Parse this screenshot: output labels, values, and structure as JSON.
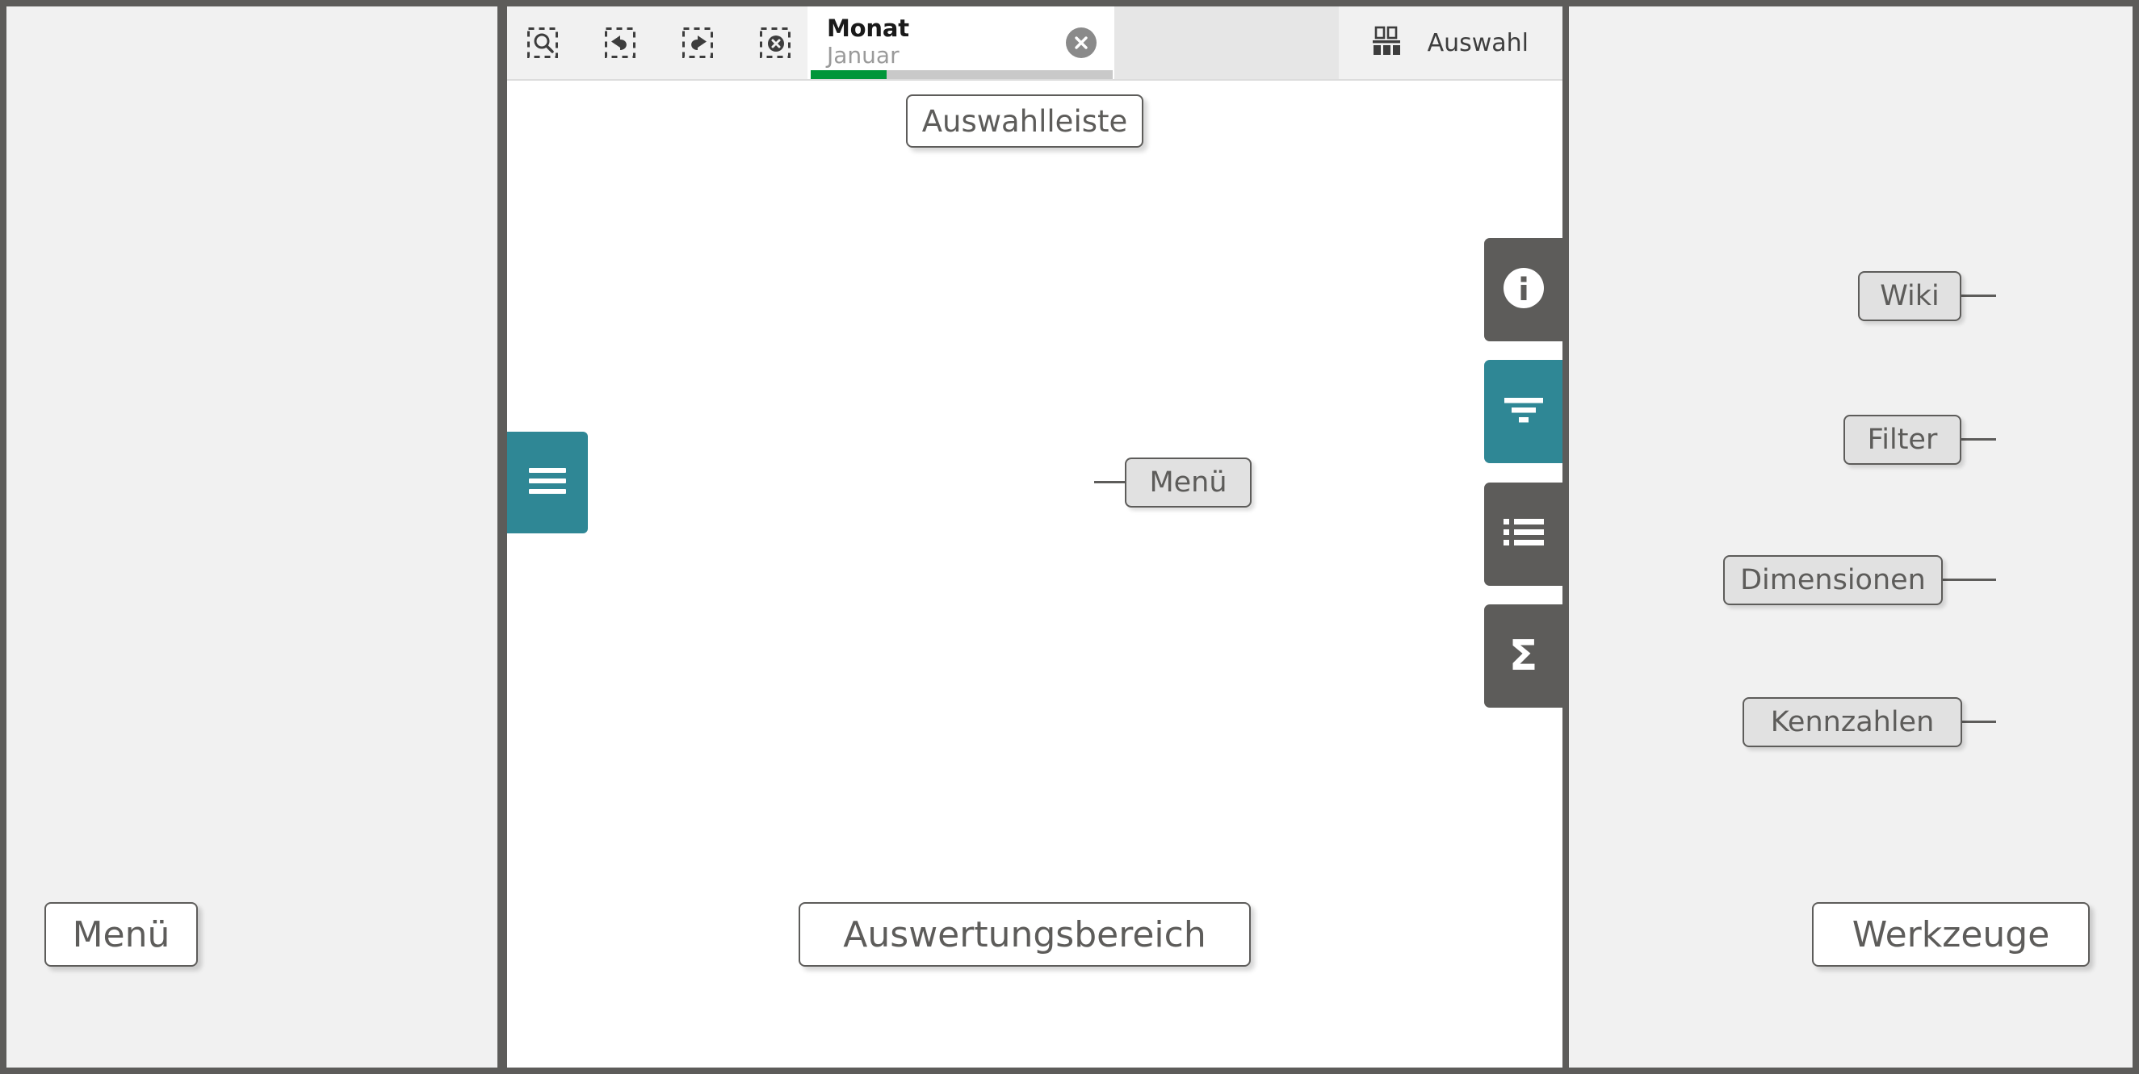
{
  "app": {
    "accent_teal": "#2f8795",
    "dark_gray": "#5d5c5a",
    "panel_gray": "#f1f1f1",
    "green": "#009639"
  },
  "toolbar": {
    "icons": [
      {
        "name": "search-selections-icon",
        "label": "Auswahl suchen"
      },
      {
        "name": "undo-selection-icon",
        "label": "Rückgängig"
      },
      {
        "name": "redo-selection-icon",
        "label": "Wiederholen"
      },
      {
        "name": "clear-selections-icon",
        "label": "Auswahl löschen"
      }
    ],
    "selection_card": {
      "field": "Monat",
      "value": "Januar",
      "clear_icon": "close-circle-icon",
      "bar_fill_percent": 25
    },
    "auswahl": {
      "label": "Auswahl",
      "icon": "selections-bar-icon"
    }
  },
  "left_panel": {
    "menu_button": {
      "icon": "hamburger-menu-icon",
      "callout": "Menü"
    }
  },
  "tools": [
    {
      "key": "wiki",
      "icon": "info-circle-icon",
      "callout": "Wiki",
      "active": false
    },
    {
      "key": "filter",
      "icon": "funnel-filter-icon",
      "callout": "Filter",
      "active": true
    },
    {
      "key": "dim",
      "icon": "list-bullets-icon",
      "callout": "Dimensionen",
      "active": false
    },
    {
      "key": "kpi",
      "icon": "sigma-sum-icon",
      "callout": "Kennzahlen",
      "active": false,
      "glyph": "Σ"
    }
  ],
  "region_labels": {
    "auswahlleiste": "Auswahlleiste",
    "auswertungsbereich": "Auswertungsbereich",
    "menu": "Menü",
    "werkzeuge": "Werkzeuge"
  }
}
